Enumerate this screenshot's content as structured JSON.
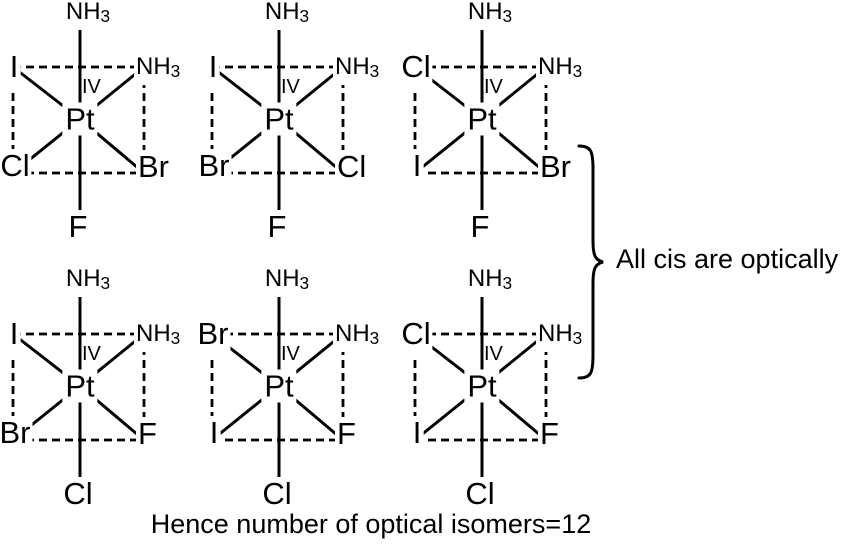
{
  "colors": {
    "ink": "#000000",
    "background": "#ffffff"
  },
  "brace_note": "All cis are optically",
  "caption": "Hence number of optical isomers=12",
  "structures": [
    {
      "center": "Pt",
      "oxidation": "IV",
      "top": {
        "main": "NH",
        "sub": "3"
      },
      "upper_left": {
        "main": "I",
        "sub": ""
      },
      "upper_right": {
        "main": "NH",
        "sub": "3"
      },
      "lower_left": {
        "main": "Cl",
        "sub": ""
      },
      "lower_right": {
        "main": "Br",
        "sub": ""
      },
      "bottom": {
        "main": "F",
        "sub": ""
      }
    },
    {
      "center": "Pt",
      "oxidation": "IV",
      "top": {
        "main": "NH",
        "sub": "3"
      },
      "upper_left": {
        "main": "I",
        "sub": ""
      },
      "upper_right": {
        "main": "NH",
        "sub": "3"
      },
      "lower_left": {
        "main": "Br",
        "sub": ""
      },
      "lower_right": {
        "main": "Cl",
        "sub": ""
      },
      "bottom": {
        "main": "F",
        "sub": ""
      }
    },
    {
      "center": "Pt",
      "oxidation": "IV",
      "top": {
        "main": "NH",
        "sub": "3"
      },
      "upper_left": {
        "main": "Cl",
        "sub": ""
      },
      "upper_right": {
        "main": "NH",
        "sub": "3"
      },
      "lower_left": {
        "main": "I",
        "sub": ""
      },
      "lower_right": {
        "main": "Br",
        "sub": ""
      },
      "bottom": {
        "main": "F",
        "sub": ""
      }
    },
    {
      "center": "Pt",
      "oxidation": "IV",
      "top": {
        "main": "NH",
        "sub": "3"
      },
      "upper_left": {
        "main": "I",
        "sub": ""
      },
      "upper_right": {
        "main": "NH",
        "sub": "3"
      },
      "lower_left": {
        "main": "Br",
        "sub": ""
      },
      "lower_right": {
        "main": "F",
        "sub": ""
      },
      "bottom": {
        "main": "Cl",
        "sub": ""
      }
    },
    {
      "center": "Pt",
      "oxidation": "IV",
      "top": {
        "main": "NH",
        "sub": "3"
      },
      "upper_left": {
        "main": "Br",
        "sub": ""
      },
      "upper_right": {
        "main": "NH",
        "sub": "3"
      },
      "lower_left": {
        "main": "I",
        "sub": ""
      },
      "lower_right": {
        "main": "F",
        "sub": ""
      },
      "bottom": {
        "main": "Cl",
        "sub": ""
      }
    },
    {
      "center": "Pt",
      "oxidation": "IV",
      "top": {
        "main": "NH",
        "sub": "3"
      },
      "upper_left": {
        "main": "Cl",
        "sub": ""
      },
      "upper_right": {
        "main": "NH",
        "sub": "3"
      },
      "lower_left": {
        "main": "I",
        "sub": ""
      },
      "lower_right": {
        "main": "F",
        "sub": ""
      },
      "bottom": {
        "main": "Cl",
        "sub": ""
      }
    }
  ]
}
